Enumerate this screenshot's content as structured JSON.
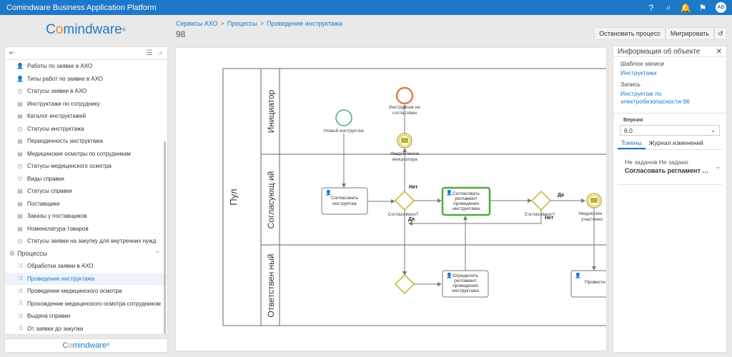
{
  "app": {
    "title": "Comindware Business Application Platform",
    "user_initials": "AD"
  },
  "topbar": {
    "help_glyph": "?",
    "search_glyph": "⌕",
    "bell_glyph": "🔔",
    "flag_glyph": "⚑"
  },
  "logo": {
    "part1": "C",
    "accent": "o",
    "part2": "mindware",
    "mark": "®"
  },
  "breadcrumb": {
    "items": [
      "Сервисы АХО",
      "Процессы",
      "Проведение инструктажа"
    ],
    "sep": ">"
  },
  "page_id": "98",
  "actions": {
    "start": "Остановить процесс",
    "migrate": "Мигрировать",
    "history_glyph": "↺"
  },
  "sidebar": {
    "items": [
      {
        "icon": "person-icon",
        "glyph": "👤",
        "label": "Работы по заявке в АХО"
      },
      {
        "icon": "person-icon",
        "glyph": "👤",
        "label": "Типы работ по заявке в АХО"
      },
      {
        "icon": "status-icon",
        "glyph": "◷",
        "label": "Статусы заявки в АХО"
      },
      {
        "icon": "document-icon",
        "glyph": "▤",
        "label": "Инструктажи по сотруднику"
      },
      {
        "icon": "document-icon",
        "glyph": "▤",
        "label": "Каталог инструктажей"
      },
      {
        "icon": "status-icon",
        "glyph": "◷",
        "label": "Статусы инструктажа"
      },
      {
        "icon": "document-icon",
        "glyph": "▤",
        "label": "Периодичность инструктажа"
      },
      {
        "icon": "document-icon",
        "glyph": "▤",
        "label": "Медицинские осмотры по сотрудникам"
      },
      {
        "icon": "status-icon",
        "glyph": "◷",
        "label": "Статусы медицинского осмотра"
      },
      {
        "icon": "filter-icon",
        "glyph": "▽",
        "label": "Виды справки"
      },
      {
        "icon": "document-icon",
        "glyph": "▤",
        "label": "Статусы справки"
      },
      {
        "icon": "document-icon",
        "glyph": "▤",
        "label": "Поставщики"
      },
      {
        "icon": "document-icon",
        "glyph": "▤",
        "label": "Заказы у поставщиков"
      },
      {
        "icon": "document-icon",
        "glyph": "▤",
        "label": "Номенклатура товаров"
      },
      {
        "icon": "status-icon",
        "glyph": "◷",
        "label": "Статусы заявки на закупку для внутренних нужд"
      }
    ],
    "group": {
      "label": "Процессы",
      "glyph": "⚙",
      "chevron": "⌃"
    },
    "processes": [
      {
        "label": "Обработка заявки в АХО",
        "selected": false
      },
      {
        "label": "Проведение инструктажа",
        "selected": true
      },
      {
        "label": "Проведение медицинского осмотра",
        "selected": false
      },
      {
        "label": "Прохождение медицинского осмотра сотрудником",
        "selected": false
      },
      {
        "label": "Выдача справки",
        "selected": false
      },
      {
        "label": "От заявки до закупки",
        "selected": false
      }
    ]
  },
  "diagram": {
    "pool": "Пул",
    "lanes": {
      "initiator": "Инициатор",
      "approving": "Согласующ ий",
      "responsible": "Ответствен ный"
    },
    "start_event": "Новый инструктаж",
    "end_event": [
      "Инструктаж не",
      "согласован"
    ],
    "notify_initiator": [
      "Уведомление",
      "инициатора"
    ],
    "task_approve": [
      "Согласовать",
      "инструктаж"
    ],
    "task_approve_reg": [
      "Согласовать",
      "регламент",
      "проведения",
      "инструктажа"
    ],
    "task_define_reg": [
      "Определить",
      "регламент",
      "проведения",
      "инструктажа"
    ],
    "task_conduct": [
      "Провести"
    ],
    "notify_participants": [
      "Уведомлен",
      "участнико"
    ],
    "gateway_label": "Согласовано?",
    "yes": "Да",
    "no": "Нет"
  },
  "info_panel": {
    "title": "Информация об объекте",
    "template_label": "Шаблон записи",
    "template_value": "Инструктажи",
    "record_label": "Запись",
    "record_value": "Инструктаж по электробезопасности-96",
    "version_label": "Версия",
    "version_value": "6.0",
    "tabs": [
      "Токены",
      "Журнал изменений"
    ],
    "token_status": "Не заданов Не задано",
    "token_task": "Согласовать регламент проведения инструктажа"
  }
}
